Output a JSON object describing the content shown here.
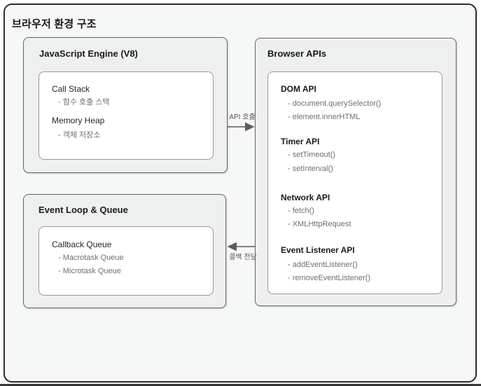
{
  "title": "브라우저 환경 구조",
  "boxes": {
    "js_engine": {
      "title": "JavaScript Engine (V8)",
      "items": [
        {
          "name": "Call Stack",
          "details": [
            "- 함수 호출 스택"
          ]
        },
        {
          "name": "Memory Heap",
          "details": [
            "- 객체 저장소"
          ]
        }
      ]
    },
    "browser_apis": {
      "title": "Browser APIs",
      "items": [
        {
          "name": "DOM API",
          "details": [
            "- document.querySelector()",
            "- element.innerHTML"
          ]
        },
        {
          "name": "Timer API",
          "details": [
            "- setTimeout()",
            "- setInterval()"
          ]
        },
        {
          "name": "Network API",
          "details": [
            "- fetch()",
            "- XMLHttpRequest"
          ]
        },
        {
          "name": "Event Listener API",
          "details": [
            "- addEventListener()",
            "- removeEventListener()"
          ]
        }
      ]
    },
    "event_loop": {
      "title": "Event Loop & Queue",
      "items": [
        {
          "name": "Callback Queue",
          "details": [
            "- Macrotask Queue",
            "- Microtask Queue"
          ]
        }
      ]
    }
  },
  "arrows": {
    "api_call": {
      "label": "API 호출",
      "direction": "right"
    },
    "callback": {
      "label": "콜백 전달",
      "direction": "left"
    }
  },
  "colors": {
    "outer_border": "#2e2e2e",
    "outer_fill": "#f6f7f7",
    "group_fill": "#eef0f0",
    "group_border": "#666666",
    "inner_border": "#999999",
    "arrow": "#5c5c5c",
    "heading_text": "#1a1a1a",
    "detail_text": "#6e6e6e"
  }
}
